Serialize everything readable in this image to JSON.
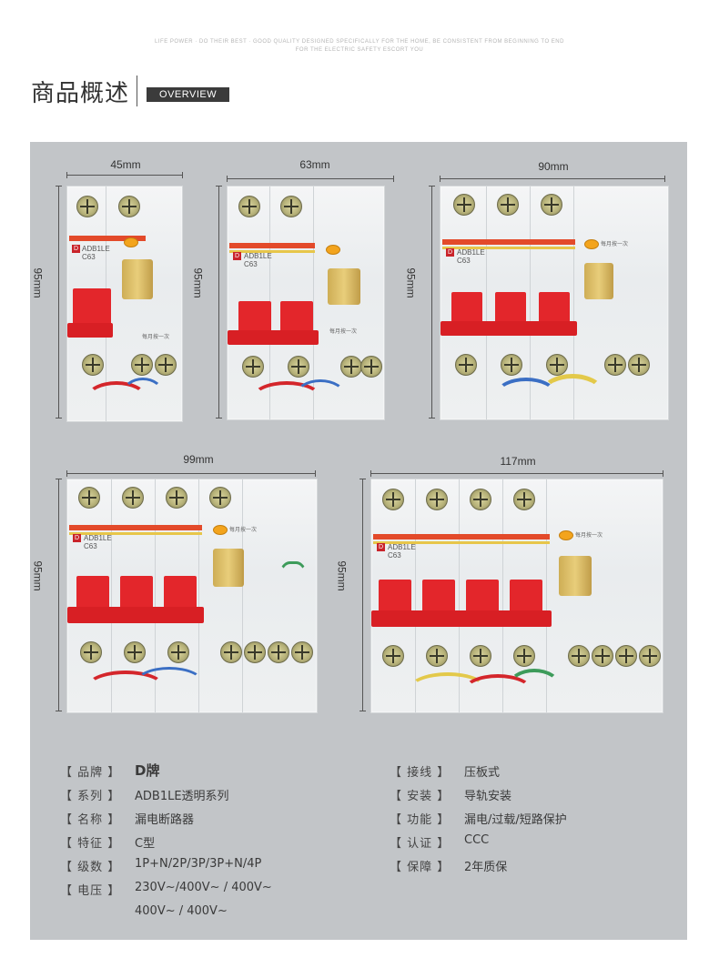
{
  "tagline_line1": "LIFE POWER · DO THEIR BEST · GOOD QUALITY DESIGNED SPECIFICALLY FOR THE HOME, BE CONSISTENT FROM BEGINNING TO END",
  "tagline_line2": "FOR THE ELECTRIC SAFETY ESCORT YOU",
  "heading": {
    "title": "商品概述",
    "badge": "OVERVIEW"
  },
  "products": [
    {
      "width_label": "45mm",
      "height_label": "95mm",
      "model": "ADB1LE C63",
      "test_label": "每月按一次"
    },
    {
      "width_label": "63mm",
      "height_label": "95mm",
      "model": "ADB1LE C63",
      "test_label": "每月按一次"
    },
    {
      "width_label": "90mm",
      "height_label": "95mm",
      "model": "ADB1LE C63",
      "test_label": "每月按一次"
    },
    {
      "width_label": "99mm",
      "height_label": "95mm",
      "model": "ADB1LE C63",
      "test_label": "每月按一次"
    },
    {
      "width_label": "117mm",
      "height_label": "95mm",
      "model": "ADB1LE C63",
      "test_label": "每月按一次"
    }
  ],
  "specs_left": [
    {
      "label": "【 品牌 】",
      "value": "D牌",
      "bold": true
    },
    {
      "label": "【 系列 】",
      "value": "ADB1LE透明系列"
    },
    {
      "label": "【 名称 】",
      "value": "漏电断路器"
    },
    {
      "label": "【 特征 】",
      "value": "C型"
    },
    {
      "label": "【 级数 】",
      "value": "1P+N/2P/3P/3P+N/4P"
    },
    {
      "label": "【 电压 】",
      "value": "230V~/400V~ / 400V~",
      "value2": "400V~ / 400V~"
    }
  ],
  "specs_right": [
    {
      "label": "【 接线 】",
      "value": "压板式"
    },
    {
      "label": "【 安装 】",
      "value": "导轨安装"
    },
    {
      "label": "【 功能 】",
      "value": "漏电/过载/短路保护"
    },
    {
      "label": "【 认证 】",
      "value": "CCC"
    },
    {
      "label": "【 保障 】",
      "value": "2年质保"
    }
  ],
  "colors": {
    "panel": "#c2c5c8",
    "handle": "#e3262b",
    "badge": "#3b3b3b"
  }
}
